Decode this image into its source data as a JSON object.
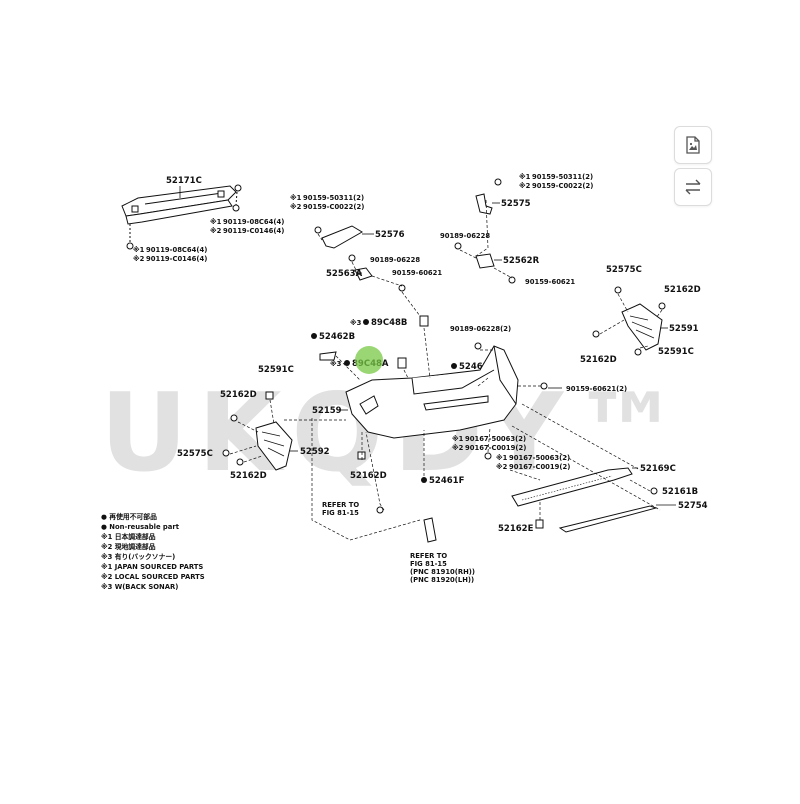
{
  "toolbar": {
    "image_icon": "image-file-icon",
    "swap_icon": "swap-arrows-icon"
  },
  "watermark": {
    "text": "UKQDY™"
  },
  "colors": {
    "line": "#111111",
    "watermark": "#c9c9c9",
    "cursor": "#78c846"
  },
  "parts": {
    "p52171C": "52171C",
    "p52575": "52575",
    "p52576": "52576",
    "p52563A": "52563A",
    "p52562R": "52562R",
    "p52575C": "52575C",
    "p52162D": "52162D",
    "p52591": "52591",
    "p52591C": "52591C",
    "p52462B": "52462B",
    "p89C48B": "89C48B",
    "p89C48A": "89C48A",
    "p52159": "52159",
    "p52592": "52592",
    "p52461F": "52461F",
    "p52169C": "52169C",
    "p52161B": "52161B",
    "p52754": "52754",
    "p52162E": "52162E"
  },
  "fasteners": {
    "f90119_08C64": "90119-08C64(4)",
    "f90119_C0146": "90119-C0146(4)",
    "f90159_50311": "90159-50311(2)",
    "f90159_C0022": "90159-C0022(2)",
    "f90189_06228": "90189-06228",
    "f90159_60621": "90159-60621",
    "f90189_06228_2": "90189-06228(2)",
    "f90159_60621_2": "90159-60621(2)",
    "f90167_50063": "90167-50063(2)",
    "f90167_C0019": "90167-C0019(2)"
  },
  "marks": {
    "m1": "※1",
    "m2": "※2",
    "m3": "※3"
  },
  "refs": {
    "refer_to": "REFER TO",
    "fig_81_15_a": "FIG 81-15",
    "fig_81_15_b": "FIG 81-15",
    "pnc_rh": "(PNC 81910(RH))",
    "pnc_lh": "(PNC 81920(LH))"
  },
  "legend": [
    "● 再使用不可部品",
    "● Non-reusable part",
    "※1 日本調達部品",
    "※2 現地調達部品",
    "※3 有り(バックソナー)",
    "※1 JAPAN SOURCED PARTS",
    "※2 LOCAL SOURCED PARTS",
    "※3 W(BACK SONAR)"
  ]
}
